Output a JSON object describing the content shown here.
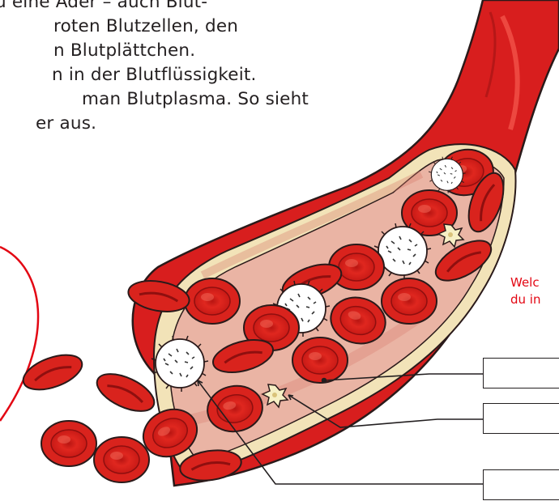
{
  "intro": {
    "lines": [
      "u eine Ader – auch Blut-",
      "roten Blutzellen, den",
      "n Blutplättchen.",
      "n in der Blutflüssigkeit.",
      "man Blutplasma. So sieht",
      "er aus."
    ]
  },
  "question": {
    "line1": "Welc",
    "line2": "du in"
  },
  "colors": {
    "vessel_red": "#d81e1e",
    "vessel_dark": "#9e1212",
    "inner_wall": "#f2e3b8",
    "plasma": "#e9b3a2",
    "rbc_red": "#d9231d",
    "accent_red": "#e30613"
  }
}
